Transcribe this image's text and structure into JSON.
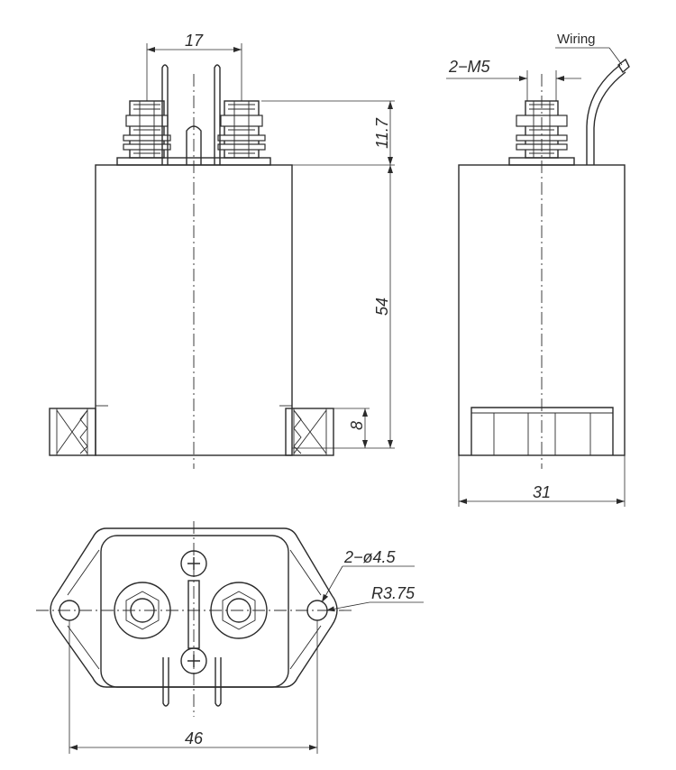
{
  "labels": {
    "wiring": "Wiring",
    "thread": "2−M5",
    "hole": "2−ø4.5",
    "radius": "R3.75"
  },
  "dimensions": {
    "terminal_spacing": "17",
    "terminal_height": "11.7",
    "body_height": "54",
    "flange_height": "8",
    "side_width": "31",
    "mount_width": "46"
  }
}
